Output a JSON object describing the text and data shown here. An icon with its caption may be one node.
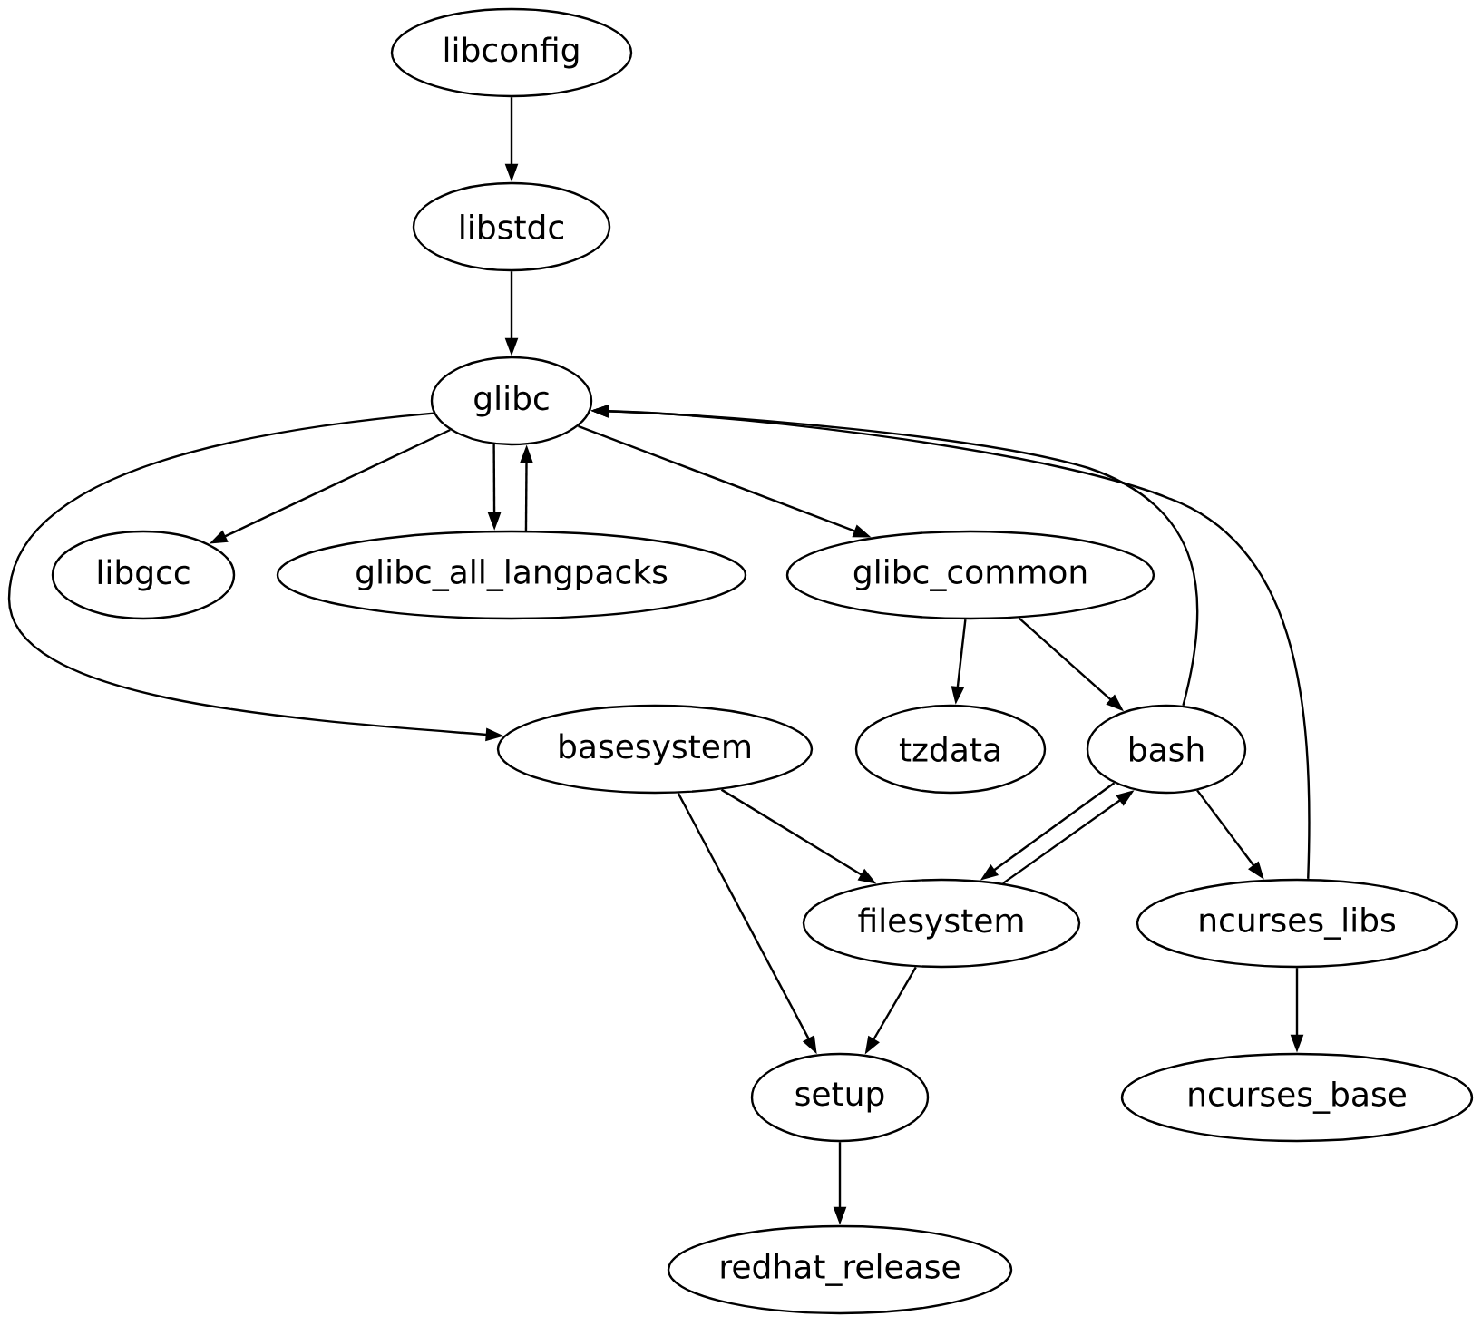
{
  "diagram": {
    "nodes": [
      {
        "text": [
          "libconfig"
        ]
      },
      {
        "text": [
          "libstdc"
        ]
      },
      {
        "text": [
          "glibc"
        ]
      },
      {
        "text": [
          "libgcc"
        ]
      },
      {
        "text": [
          "glibc_all_langpacks"
        ]
      },
      {
        "text": [
          "glibc_common"
        ]
      },
      {
        "text": [
          "basesystem"
        ]
      },
      {
        "text": [
          "tzdata"
        ]
      },
      {
        "text": [
          "bash"
        ]
      },
      {
        "text": [
          "filesystem"
        ]
      },
      {
        "text": [
          "ncurses_libs"
        ]
      },
      {
        "text": [
          "setup"
        ]
      },
      {
        "text": [
          "ncurses_base"
        ]
      },
      {
        "text": [
          "redhat_release"
        ]
      }
    ],
    "edges": [
      {
        "from": 0,
        "to": 1,
        "arrow": "to"
      },
      {
        "from": 1,
        "to": 2,
        "arrow": "to"
      },
      {
        "from": 2,
        "to": 3,
        "arrow": "to"
      },
      {
        "from": 2,
        "to": 4,
        "arrow": "to"
      },
      {
        "from": 4,
        "to": 2,
        "arrow": "to"
      },
      {
        "from": 2,
        "to": 5,
        "arrow": "to"
      },
      {
        "from": 2,
        "to": 6,
        "arrow": "to"
      },
      {
        "from": 5,
        "to": 7,
        "arrow": "to"
      },
      {
        "from": 5,
        "to": 8,
        "arrow": "to"
      },
      {
        "from": 8,
        "to": 2,
        "arrow": "to"
      },
      {
        "from": 10,
        "to": 2,
        "arrow": "to"
      },
      {
        "from": 6,
        "to": 9,
        "arrow": "to"
      },
      {
        "from": 6,
        "to": 11,
        "arrow": "to"
      },
      {
        "from": 8,
        "to": 9,
        "arrow": "to"
      },
      {
        "from": 9,
        "to": 8,
        "arrow": "to"
      },
      {
        "from": 8,
        "to": 10,
        "arrow": "to"
      },
      {
        "from": 9,
        "to": 11,
        "arrow": "to"
      },
      {
        "from": 10,
        "to": 12,
        "arrow": "to"
      },
      {
        "from": 11,
        "to": 13,
        "arrow": "to"
      }
    ]
  }
}
